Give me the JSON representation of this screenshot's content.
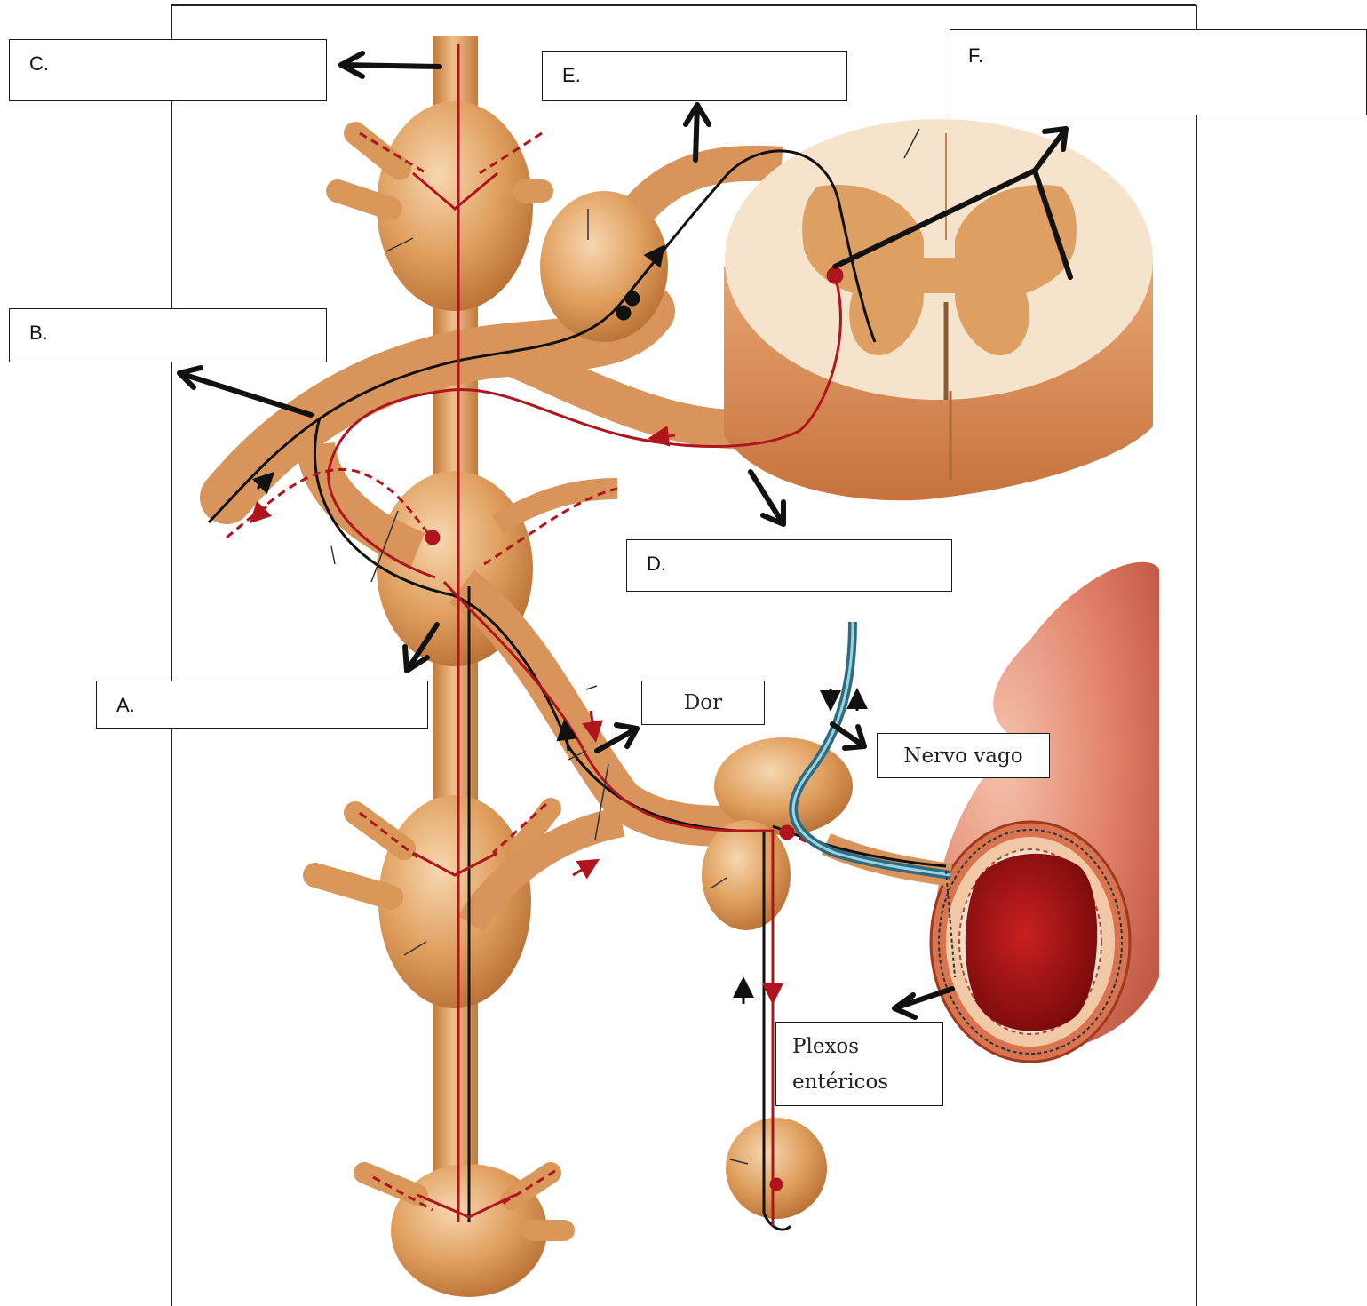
{
  "labels": {
    "a": "A.",
    "b": "B.",
    "c": "C.",
    "d": "D.",
    "e": "E.",
    "f": "F.",
    "dor": "Dor",
    "nervo_vago": "Nervo vago",
    "plexos_line1": "Plexos",
    "plexos_line2": "entéricos"
  },
  "colors": {
    "nerve_tissue": "#e0a060",
    "nerve_shadow": "#c27a3c",
    "white_matter": "#f6e3cc",
    "gray_matter": "#dd9f62",
    "sympathetic_fiber": "#b0141c",
    "sensory_fiber": "#111111",
    "vagus_fiber": "#2f6b80",
    "gut_wall": "#e2826a",
    "gut_lumen": "#a01212"
  }
}
